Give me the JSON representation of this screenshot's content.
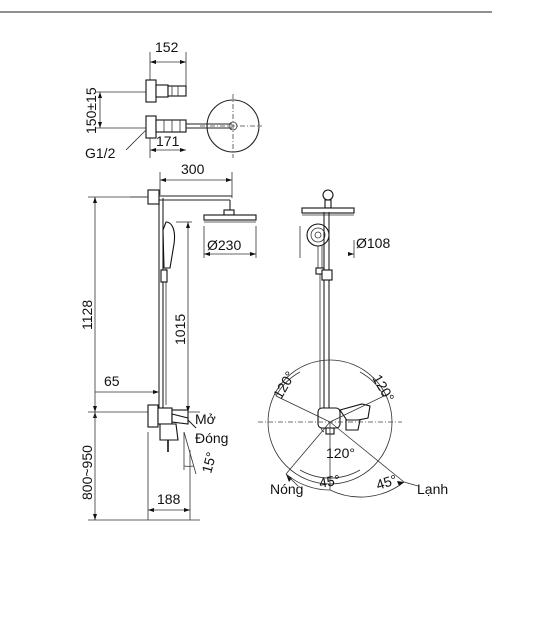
{
  "drawing": {
    "top_view": {
      "dim_width": "152",
      "dim_spacing": "150±15",
      "dim_depth": "171",
      "thread": "G1/2"
    },
    "side_view": {
      "dim_arm": "300",
      "dim_head": "Ø230",
      "dim_height": "1128",
      "dim_column": "1015",
      "dim_offset": "65",
      "dim_mount": "800~950",
      "dim_projection": "188",
      "dim_tilt": "15°",
      "label_open": "Mở",
      "label_close": "Đóng"
    },
    "front_view": {
      "dim_handshower": "Ø108",
      "angle_left": "120°",
      "angle_right": "120°",
      "angle_bottom": "120°",
      "angle_hot": "45°",
      "angle_cold": "45°",
      "label_hot": "Nóng",
      "label_cold": "Lạnh"
    }
  }
}
